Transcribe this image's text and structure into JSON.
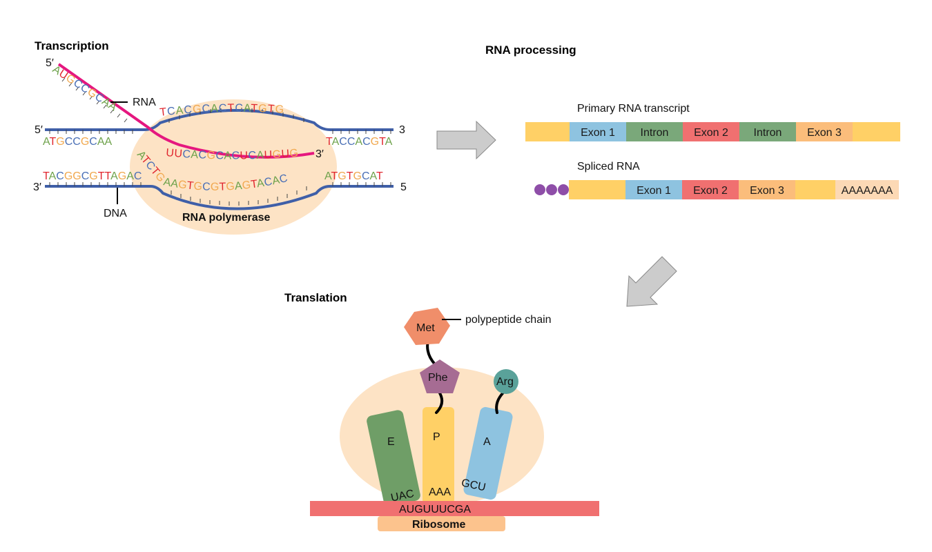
{
  "colors": {
    "A": "#6ea24b",
    "T": "#e0262e",
    "U": "#e0262e",
    "G": "#f1a84e",
    "C": "#4a6fb5",
    "dna": "#3f5fa8",
    "rna": "#e5177f",
    "polymerase": "#fde3c5",
    "utr": "#ffd066",
    "exon1": "#8ec3e0",
    "intron": "#7aa87a",
    "exon2": "#f07070",
    "exon3": "#fbbd7b",
    "polyA": "#fcd9b5",
    "cap": "#8e4ea8",
    "tE": "#6f9e67",
    "tP": "#ffd066",
    "tA": "#8ec3e0",
    "met": "#f08e6a",
    "phe": "#a66c93",
    "arg": "#5aa29a",
    "mrna": "#f07070",
    "ribosome_label_bg": "#fcc38d",
    "arrow": "#cccccc"
  },
  "transcription": {
    "title": "Transcription",
    "label_5prime_rna": "5′",
    "rna_label": "RNA",
    "label_5prime_top": "5′",
    "label_3_top": "3",
    "label_3prime_rna": "3′",
    "label_3prime_bottom": "3′",
    "label_5_bottom": "5",
    "dna_label": "DNA",
    "polymerase_label": "RNA polymerase",
    "rna_out_seq": "AUGCCGCAA",
    "rna_inner_seq": "UUCACGCACUCAUGUG",
    "top_left_seq": "ATGCCGCAA",
    "top_loop_seq": "TCACGCACTCATGTG",
    "top_right_seq": "TACCACGTA",
    "bottom_left_seq": "TACGGCGTTAGAC",
    "bottom_loop_seq": "AAGTGCGTGAGTACAC",
    "bottom_right_seq": "ATGTGCAT",
    "crossing_bases": "ATCTG"
  },
  "processing": {
    "title": "RNA processing",
    "primary_label": "Primary RNA transcript",
    "primary_segments": [
      "",
      "Exon 1",
      "Intron",
      "Exon 2",
      "Intron",
      "Exon 3",
      ""
    ],
    "spliced_label": "Spliced RNA",
    "spliced_segments": [
      "",
      "Exon 1",
      "Exon 2",
      "Exon 3",
      "",
      "AAAAAAA"
    ]
  },
  "translation": {
    "title": "Translation",
    "chain_label": "polypeptide chain",
    "amino_acids": [
      "Met",
      "Phe",
      "Arg"
    ],
    "sites": [
      "E",
      "P",
      "A"
    ],
    "anticodons": [
      "UAC",
      "AAA",
      "GCU"
    ],
    "mrna_seq": "AUGUUUCGA",
    "ribosome_label": "Ribosome"
  }
}
